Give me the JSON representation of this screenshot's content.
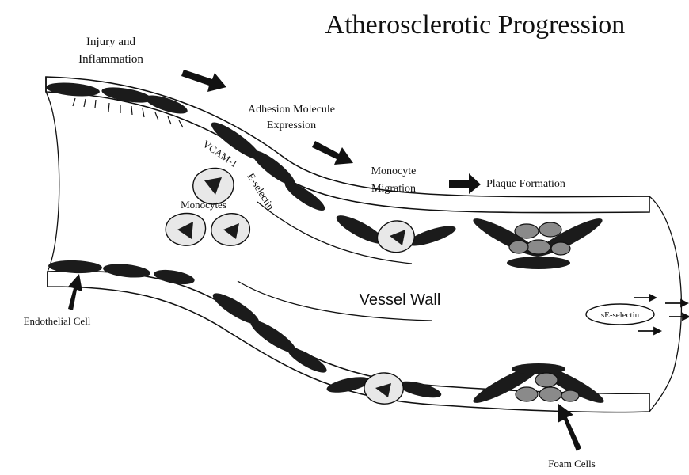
{
  "title": "Atherosclerotic Progression",
  "stages": {
    "injury_line1": "Injury and",
    "injury_line2": "Inflammation",
    "adhesion_line1": "Adhesion Molecule",
    "adhesion_line2": "Expression",
    "migration_line1": "Monocyte",
    "migration_line2": "Migration",
    "plaque": "Plaque Formation"
  },
  "labels": {
    "vcam": "VCAM-1",
    "eselectin": "E-selectin",
    "monocytes": "Monocytes",
    "vessel_wall": "Vessel Wall",
    "endothelial": "Endothelial Cell",
    "soluble_eselectin": "sE-selectin",
    "foam": "Foam Cells"
  }
}
